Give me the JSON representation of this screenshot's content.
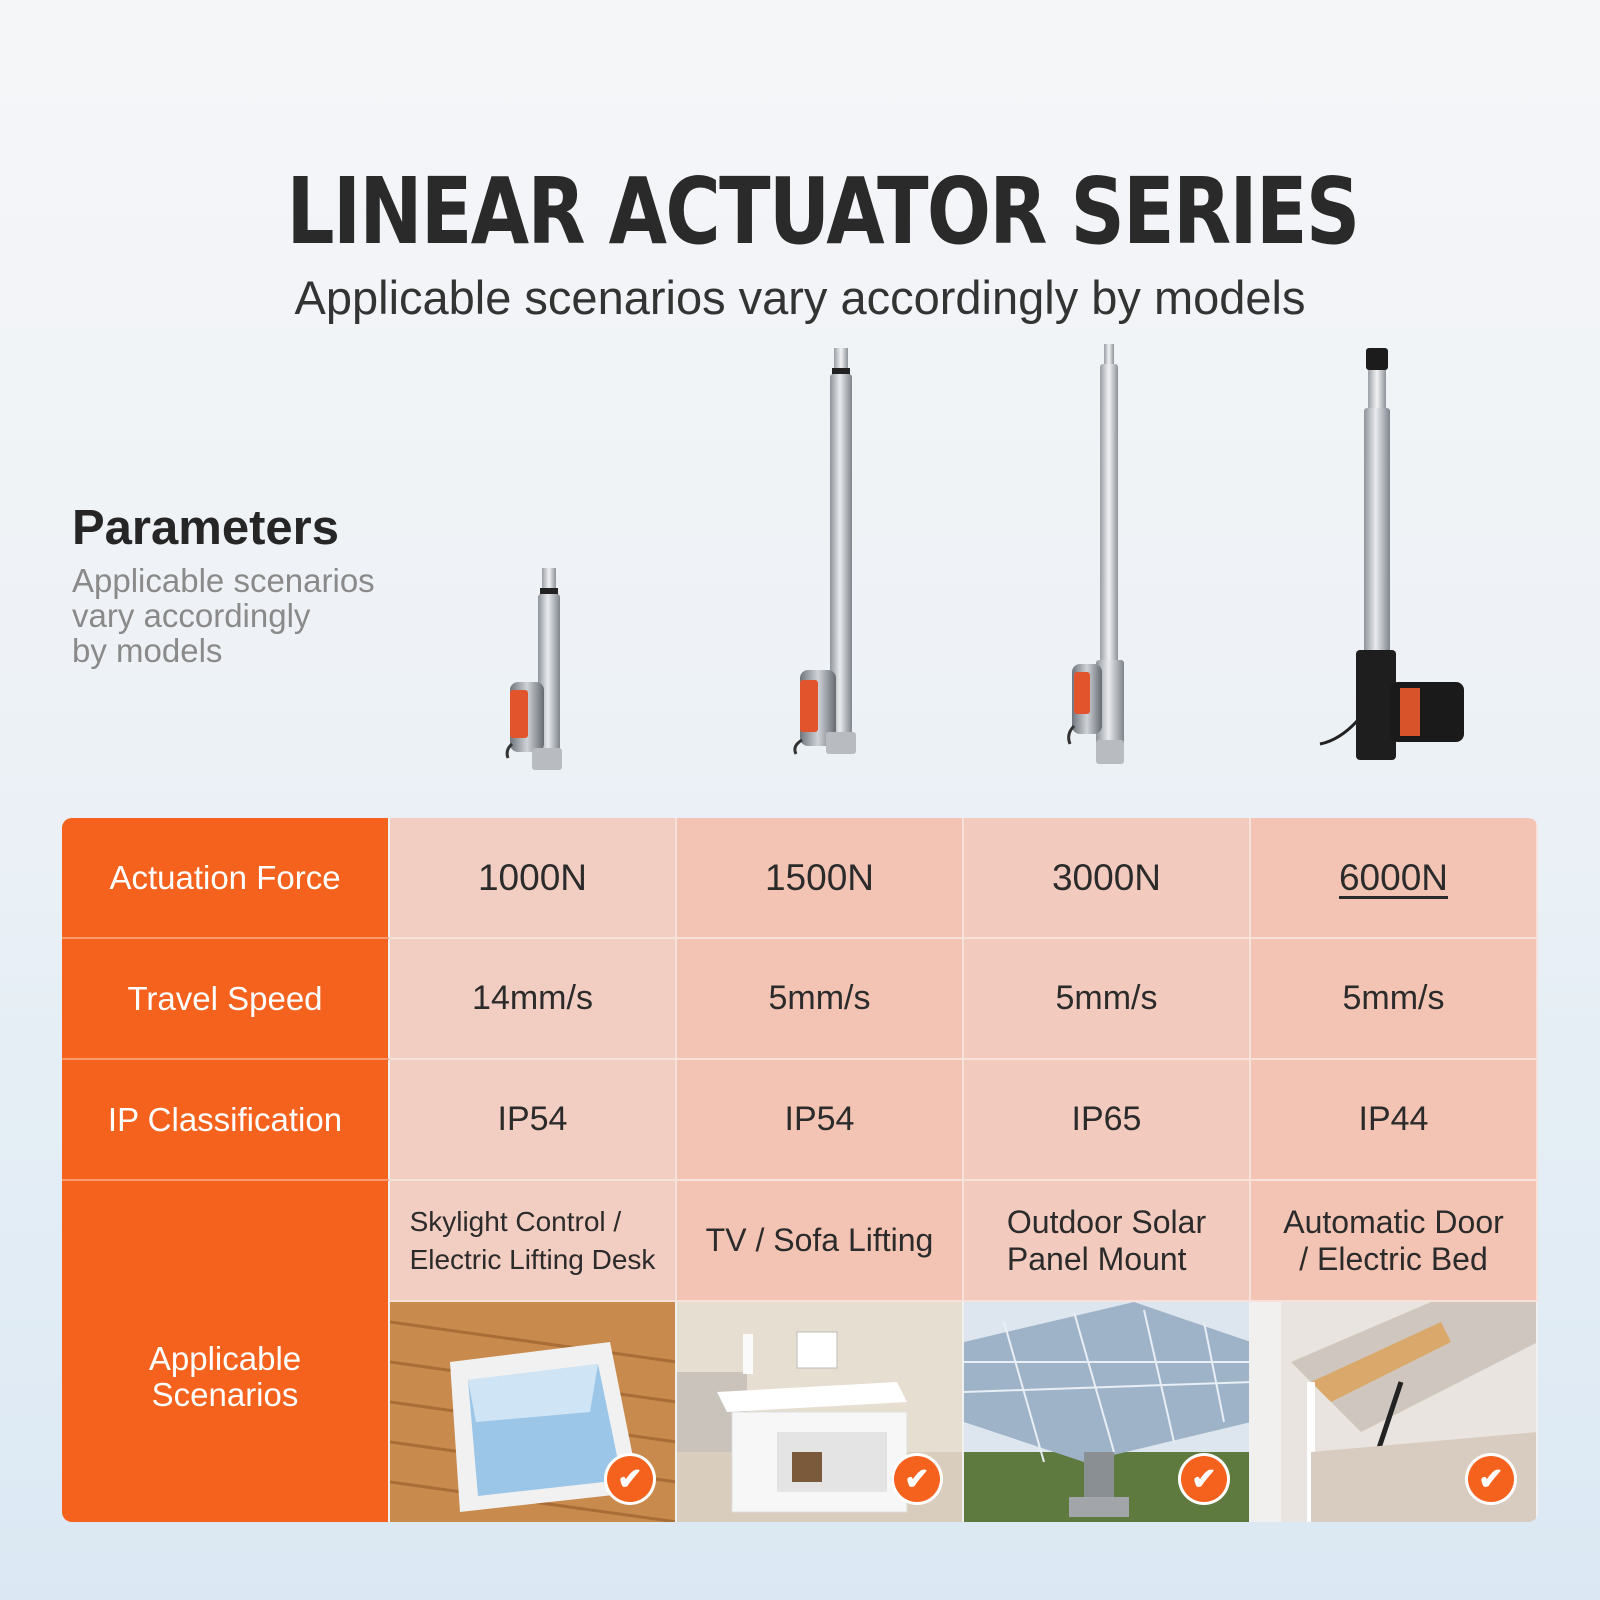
{
  "header": {
    "title": "LINEAR ACTUATOR SERIES",
    "subtitle": "Applicable scenarios vary accordingly by models"
  },
  "parameters": {
    "title": "Parameters",
    "desc_lines": [
      "Applicable scenarios",
      "vary accordingly",
      "by models"
    ]
  },
  "table": {
    "row_labels": {
      "force": "Actuation Force",
      "speed": "Travel Speed",
      "ip": "IP Classification",
      "scenarios": [
        "Applicable",
        "Scenarios"
      ]
    },
    "models": [
      {
        "force": "1000N",
        "speed": "14mm/s",
        "ip": "IP54",
        "scenario": [
          "Skylight Control /",
          "Electric Lifting Desk"
        ],
        "photo": "skylight-photo"
      },
      {
        "force": "1500N",
        "speed": "5mm/s",
        "ip": "IP54",
        "scenario": [
          "TV / Sofa Lifting"
        ],
        "photo": "lift-table-photo"
      },
      {
        "force": "3000N",
        "speed": "5mm/s",
        "ip": "IP65",
        "scenario": [
          "Outdoor Solar",
          "Panel Mount"
        ],
        "photo": "solar-panel-photo"
      },
      {
        "force": "6000N",
        "speed": "5mm/s",
        "ip": "IP44",
        "scenario": [
          "Automatic Door",
          "/ Electric Bed"
        ],
        "photo": "storage-bed-photo"
      }
    ],
    "check_icon": "checkmark-icon"
  },
  "colors": {
    "accent": "#f5621d",
    "cell_light": "#f2cdc1",
    "cell_dark": "#f3c4b3"
  }
}
